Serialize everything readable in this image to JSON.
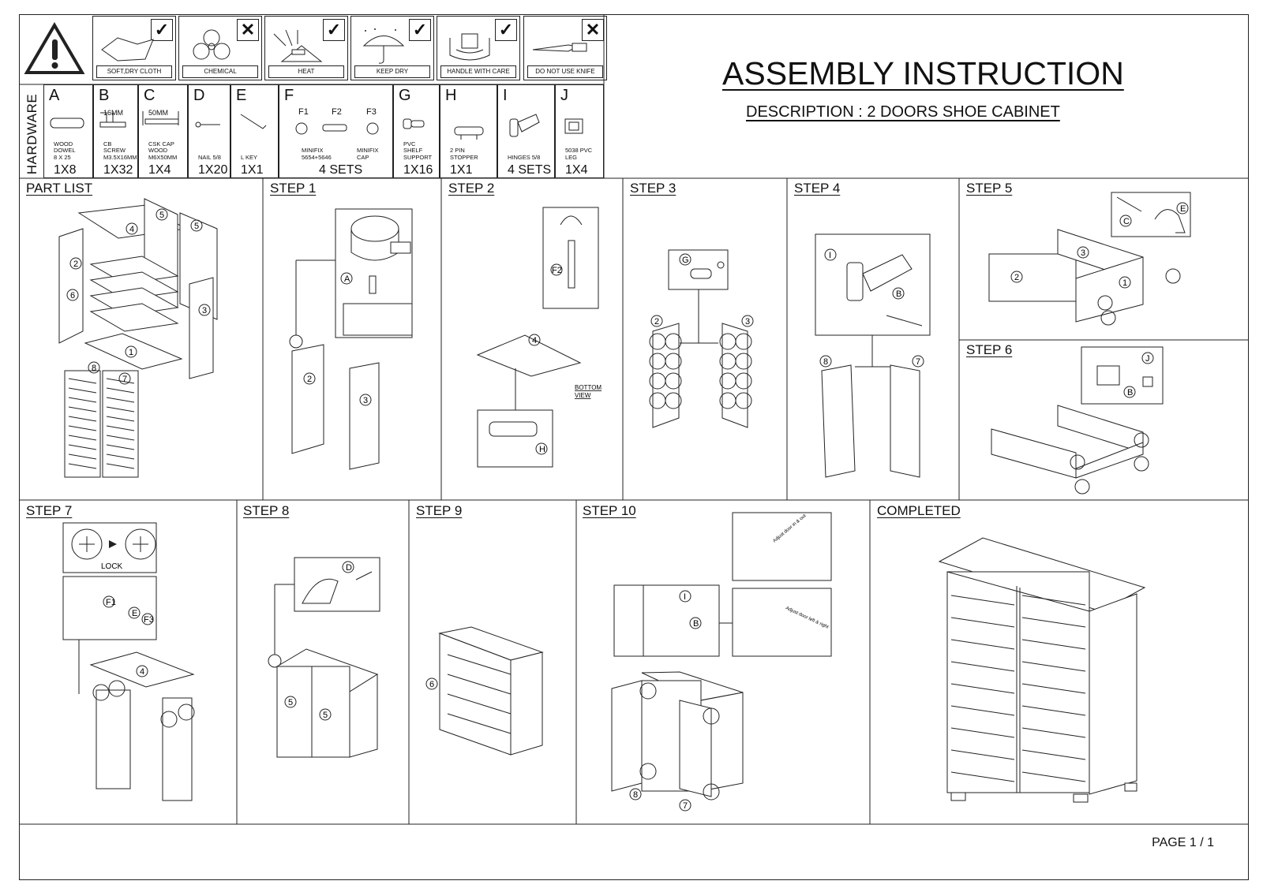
{
  "header": {
    "title": "ASSEMBLY INSTRUCTION",
    "description": "DESCRIPTION : 2 DOORS SHOE CABINET"
  },
  "care": [
    {
      "label": "SOFT,DRY CLOTH",
      "mark": "✓",
      "icon": "cloth-icon"
    },
    {
      "label": "CHEMICAL",
      "mark": "✕",
      "icon": "biohazard-icon"
    },
    {
      "label": "HEAT",
      "mark": "✓",
      "icon": "sun-heat-icon"
    },
    {
      "label": "KEEP DRY",
      "mark": "✓",
      "icon": "umbrella-icon"
    },
    {
      "label": "HANDLE WITH CARE",
      "mark": "✓",
      "icon": "handle-care-icon"
    },
    {
      "label": "DO NOT USE KNIFE",
      "mark": "✕",
      "icon": "knife-icon"
    }
  ],
  "hardware": {
    "section_label": "HARDWARE",
    "items": [
      {
        "letter": "A",
        "desc": "WOOD\nDOWEL\n8 X 25",
        "qty": "1X8"
      },
      {
        "letter": "B",
        "desc": "CB\nSCREW\nM3.5X16MM",
        "qty": "1X32",
        "dim": "16MM"
      },
      {
        "letter": "C",
        "desc": "CSK CAP\nWOOD\nM6X50MM",
        "qty": "1X4",
        "dim": "50MM"
      },
      {
        "letter": "D",
        "desc": "NAIL 5/8",
        "qty": "1X20"
      },
      {
        "letter": "E",
        "desc": "L KEY",
        "qty": "1X1"
      },
      {
        "letter": "F",
        "desc": "MINIFIX\n5654+5646",
        "desc2": "MINIFIX\nCAP",
        "qty": "4 SETS",
        "sub": [
          "F1",
          "F2",
          "F3"
        ]
      },
      {
        "letter": "G",
        "desc": "PVC\nSHELF\nSUPPORT",
        "qty": "1X16"
      },
      {
        "letter": "H",
        "desc": "2 PIN\nSTOPPER",
        "qty": "1X1"
      },
      {
        "letter": "I",
        "desc": "HINGES 5/8",
        "qty": "4 SETS"
      },
      {
        "letter": "J",
        "desc": "5038 PVC\nLEG",
        "qty": "1X4"
      }
    ]
  },
  "sections": {
    "part_list": "PART LIST",
    "step1": "STEP 1",
    "step2": "STEP 2",
    "step3": "STEP 3",
    "step4": "STEP 4",
    "step5": "STEP 5",
    "step6": "STEP 6",
    "step7": "STEP 7",
    "step8": "STEP 8",
    "step9": "STEP 9",
    "step10": "STEP 10",
    "completed": "COMPLETED"
  },
  "notes": {
    "bottom_view": "BOTTOM\nVIEW",
    "lock": "LOCK",
    "adjust_in_out": "Adjust door\nin & out",
    "adjust_lr": "Adjust door\nleft & right"
  },
  "footer": {
    "page": "PAGE 1 / 1"
  }
}
